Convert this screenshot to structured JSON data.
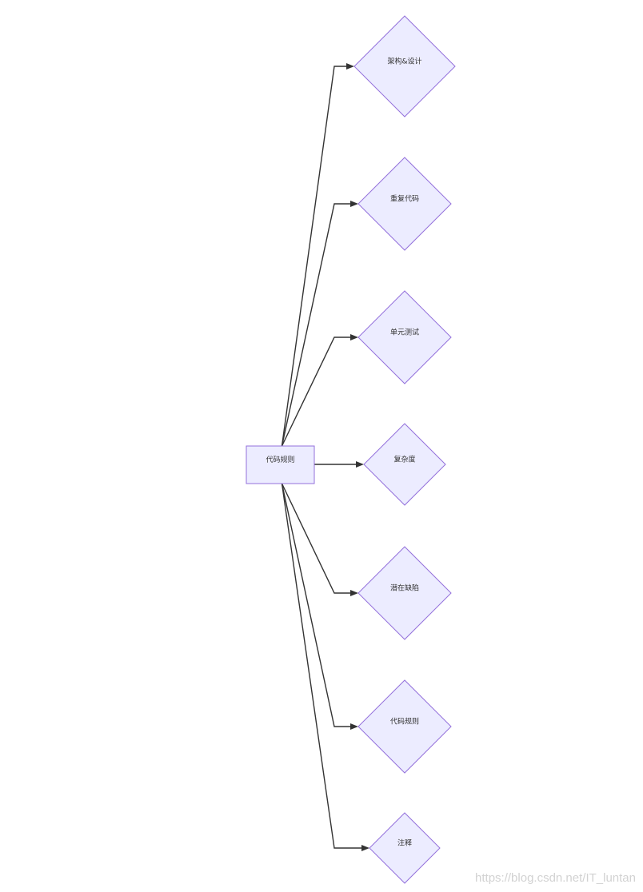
{
  "diagram": {
    "root": {
      "label": "代码规则",
      "shape": "rectangle"
    },
    "children": [
      {
        "label": "架构&设计",
        "shape": "diamond"
      },
      {
        "label": "重复代码",
        "shape": "diamond"
      },
      {
        "label": "单元测试",
        "shape": "diamond"
      },
      {
        "label": "复杂度",
        "shape": "diamond"
      },
      {
        "label": "潜在缺陷",
        "shape": "diamond"
      },
      {
        "label": "代码规则",
        "shape": "diamond"
      },
      {
        "label": "注释",
        "shape": "diamond"
      }
    ],
    "colors": {
      "node_fill": "#ececff",
      "node_stroke": "#9370db",
      "edge": "#333333",
      "text": "#333333"
    }
  },
  "watermark": "https://blog.csdn.net/IT_luntan"
}
